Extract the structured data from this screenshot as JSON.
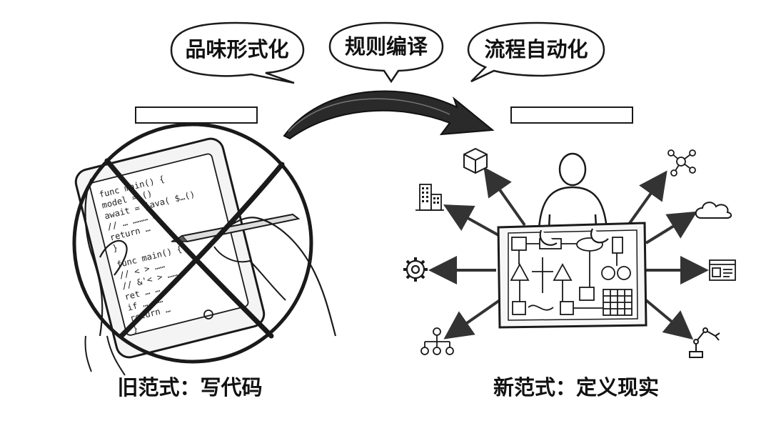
{
  "bubbles": {
    "left": "品味形式化",
    "center": "规则编译",
    "right": "流程自动化"
  },
  "labels": {
    "old": "旧范式：写代码",
    "new": "新范式：定义现实"
  },
  "code_lines": [
    "func main() {",
    "  model = ()",
    "  await = java( $…()",
    "  // … ……… …",
    "  return …",
    "}",
    "func main() {",
    "  // < > ……",
    "  // &'< > ……",
    "  ret … …",
    "  if … ……",
    "  return …",
    "}"
  ],
  "icons": {
    "cube": "cube-icon",
    "building": "building-icon",
    "gear": "gear-icon",
    "hierarchy": "org-chart-icon",
    "network": "network-icon",
    "cloud": "cloud-icon",
    "browser": "browser-window-icon",
    "robot_arm": "robot-arm-icon"
  }
}
